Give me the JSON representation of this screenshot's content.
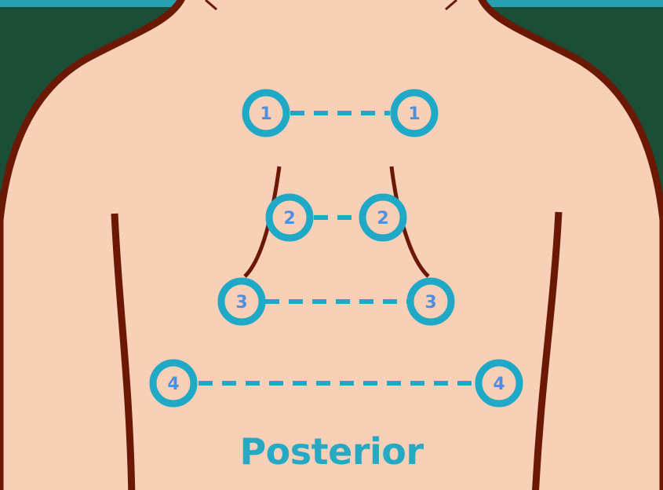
{
  "title": "Posterior",
  "colors": {
    "background": "#1b4d37",
    "skin": "#f8d0b8",
    "outline": "#6b1805",
    "ring": "#1fa9c6",
    "number": "#4f8fe0",
    "title": "#27a9c3",
    "top_band": "#27a0b2"
  },
  "points": [
    {
      "label": "1"
    },
    {
      "label": "1"
    },
    {
      "label": "2"
    },
    {
      "label": "2"
    },
    {
      "label": "3"
    },
    {
      "label": "3"
    },
    {
      "label": "4"
    },
    {
      "label": "4"
    }
  ]
}
